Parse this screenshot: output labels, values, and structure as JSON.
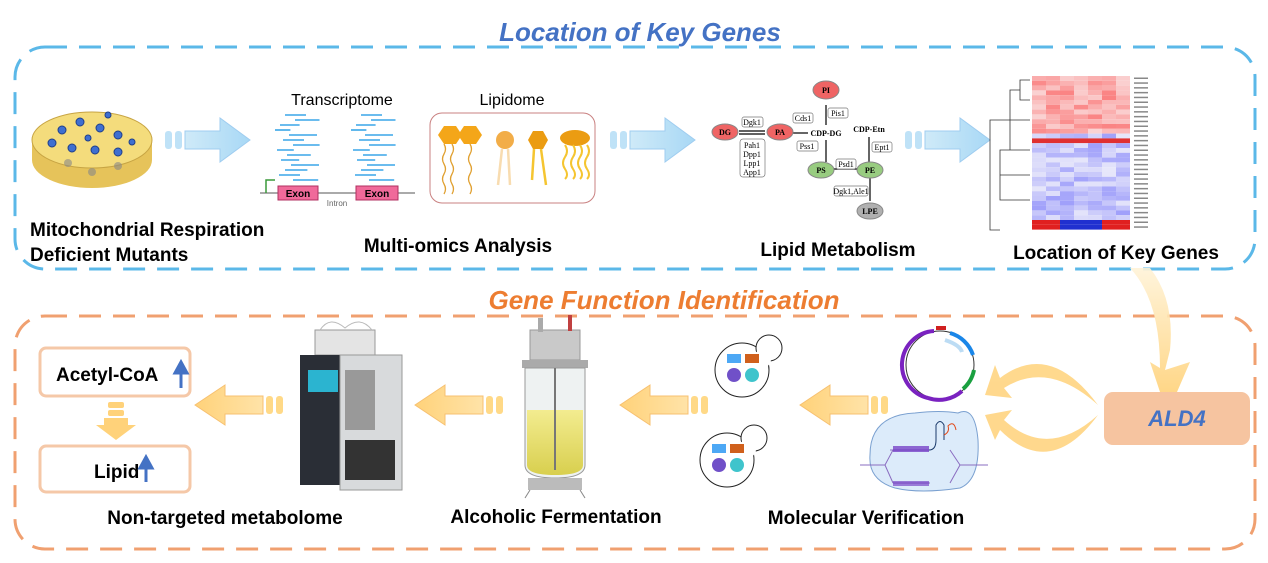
{
  "sections": {
    "top_title": "Location of Key Genes",
    "bottom_title": "Gene Function Identification"
  },
  "colors": {
    "top_accent": "#4472C4",
    "top_border": "#5BB8E8",
    "bottom_accent": "#ED7D31",
    "bottom_border": "#F0A070",
    "ald4_box": "#F6C4A0"
  },
  "top_row": {
    "mutants_label": [
      "Mitochondrial Respiration",
      "Deficient Mutants"
    ],
    "omics": {
      "transcriptome": "Transcriptome",
      "lipidome": "Lipidome",
      "exon": "Exon",
      "intron": "Intron",
      "label": "Multi-omics Analysis"
    },
    "lipid_metabolism": {
      "label": "Lipid Metabolism",
      "nodes": {
        "DG": "DG",
        "PA": "PA",
        "PI": "PI",
        "PS": "PS",
        "PE": "PE",
        "LPE": "LPE",
        "CDP_DG": "CDP-DG",
        "CDP_Etn": "CDP-Etn"
      },
      "enzymes": {
        "dgk1": "Dgk1",
        "cds1": "Cds1",
        "pis1": "Pis1",
        "pss1": "Pss1",
        "psd1": "Psd1",
        "ept1": "Ept1",
        "dgk1_ale1": "Dgk1,Ale1",
        "pah_group": [
          "Pah1",
          "Dpp1",
          "Lpp1",
          "App1"
        ]
      }
    },
    "heatmap_label": "Location of Key Genes"
  },
  "bottom_row": {
    "acetyl_coa": "Acetyl-CoA",
    "lipid": "Lipid",
    "metabolome_label": "Non-targeted metabolome",
    "fermentation_label": "Alcoholic Fermentation",
    "verification_label": "Molecular Verification",
    "gene": "ALD4"
  },
  "icons": [
    "petri-dish-icon",
    "block-arrow-icon",
    "hplc-ms-instrument-icon",
    "bioreactor-icon",
    "yeast-cell-icon",
    "plasmid-icon",
    "crispr-icon",
    "up-arrow-icon"
  ]
}
